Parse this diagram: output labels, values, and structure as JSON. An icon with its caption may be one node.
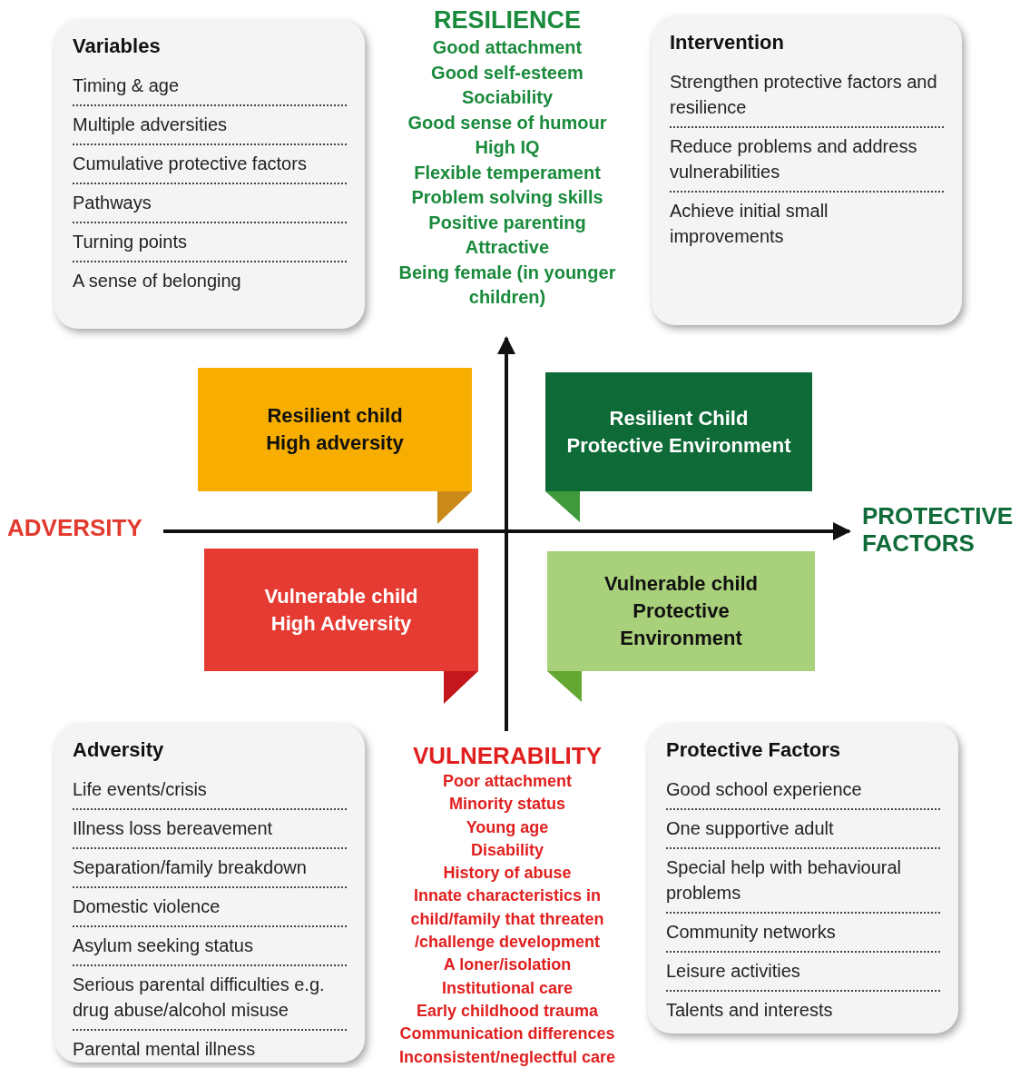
{
  "diagram": {
    "nodes": [
      {
        "text": [
          "Variables",
          "Timing & age",
          "Multiple adversities",
          "Cumulative protective factors",
          "Pathways",
          "Turning points",
          "A sense of belonging"
        ]
      },
      {
        "text": [
          "Intervention",
          "Strengthen protective factors and resilience",
          "Reduce problems and address vulnerabilities",
          "Achieve initial small improvements"
        ]
      },
      {
        "text": [
          "Resilient child",
          "High adversity"
        ]
      },
      {
        "text": [
          "Resilient Child",
          "Protective Environment"
        ]
      },
      {
        "text": [
          "Vulnerable child",
          "High Adversity"
        ]
      },
      {
        "text": [
          "Vulnerable child",
          "Protective Environment"
        ]
      },
      {
        "text": [
          "Adversity",
          "Life events/crisis",
          "Illness loss bereavement",
          "Separation/family breakdown",
          "Domestic violence",
          "Asylum seeking status",
          "Serious parental difficulties e.g. drug abuse/alcohol misuse",
          "Parental mental illness"
        ]
      },
      {
        "text": [
          "Protective Factors",
          "Good school experience",
          "One supportive adult",
          "Special help with behavioural problems",
          "Community networks",
          "Leisure activities",
          "Talents and interests"
        ]
      }
    ],
    "labels": [
      "RESILIENCE",
      "Good attachment",
      "Good self-esteem",
      "Sociability",
      "Good sense of humour",
      "High IQ",
      "Flexible temperament",
      "Problem solving skills",
      "Positive parenting",
      "Attractive",
      "Being female (in younger children)",
      "ADVERSITY",
      "PROTECTIVE FACTORS",
      "VULNERABILITY",
      "Poor attachment",
      "Minority status",
      "Young age",
      "Disability",
      "History of abuse",
      "Innate characteristics in child/family that threaten /challenge development",
      "A loner/isolation",
      "Institutional care",
      "Early childhood trauma",
      "Communication differences",
      "Inconsistent/neglectful care"
    ]
  }
}
